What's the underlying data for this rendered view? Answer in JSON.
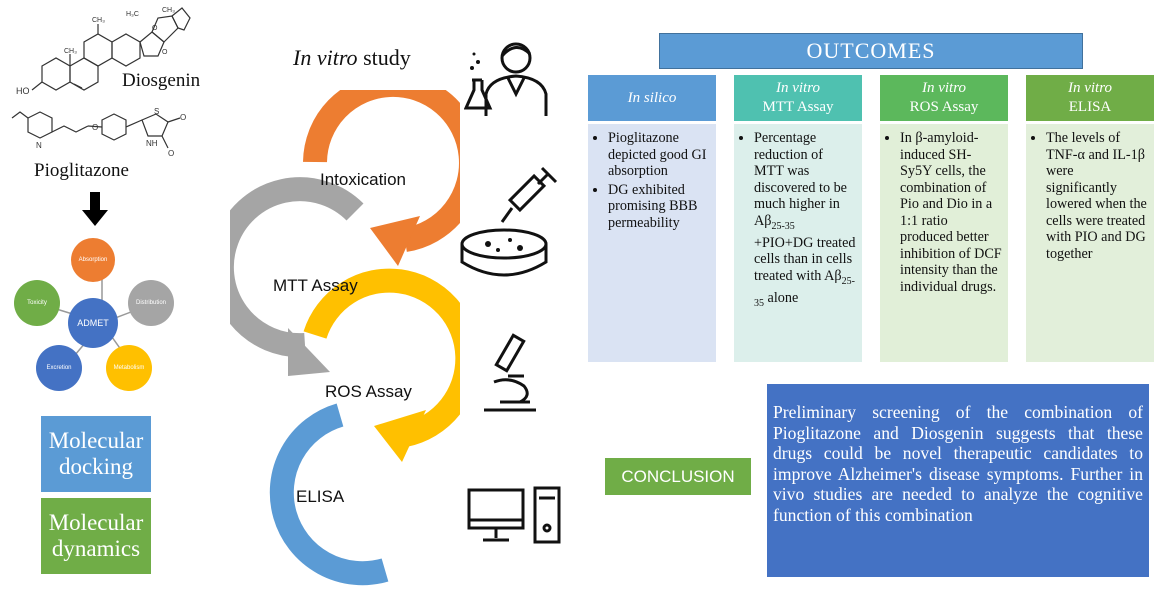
{
  "left_panel": {
    "molecule1": "Diosgenin",
    "molecule2": "Pioglitazone",
    "admet": {
      "center": "ADMET",
      "nodes": [
        "Absorption",
        "Distribution",
        "Metabolism",
        "Excretion",
        "Toxicity"
      ]
    },
    "methods": [
      {
        "line1": "Molecular",
        "line2": "docking",
        "color": "#5b9bd5"
      },
      {
        "line1": "Molecular",
        "line2": "dynamics",
        "color": "#70ad47"
      }
    ]
  },
  "middle": {
    "heading_italic": "In vitro",
    "heading_rest": " study",
    "steps": [
      "Intoxication",
      "MTT Assay",
      "ROS Assay",
      "ELISA"
    ],
    "step_colors": [
      "#ed7d31",
      "#a5a5a5",
      "#ffc000",
      "#5b9bd5"
    ],
    "icons": [
      "scientist-icon",
      "syringe-icon",
      "petri-dish-icon",
      "microscope-icon",
      "computer-icon"
    ]
  },
  "outcomes": {
    "title": "OUTCOMES",
    "columns": [
      {
        "head1": "In silico",
        "head2": "",
        "head_color": "#5b9bd5",
        "body_color": "#dae3f3"
      },
      {
        "head1": "In vitro",
        "head2": "MTT Assay",
        "head_color": "#4fc1b0",
        "body_color": "#dcefeb"
      },
      {
        "head1": "In vitro",
        "head2": "ROS Assay",
        "head_color": "#5cb85c",
        "body_color": "#e1efd8"
      },
      {
        "head1": "In vitro",
        "head2": "ELISA",
        "head_color": "#70ad47",
        "body_color": "#e2efda"
      }
    ],
    "silico_bullets": [
      "Pioglitazone depicted good GI absorption",
      "DG exhibited promising BBB permeability"
    ],
    "mtt_text": {
      "a": "Percentage reduction of MTT was discovered to be much higher in Aβ",
      "sub1": "25-35",
      "b": " +PIO+DG treated cells than in cells treated with Aβ",
      "sub2": "25-35",
      "c": " alone"
    },
    "ros_bullets": [
      "In β-amyloid-induced SH-Sy5Y cells, the combination of Pio and Dio in a 1:1 ratio produced better inhibition of DCF intensity than the individual drugs."
    ],
    "elisa_bullets": [
      "The levels of TNF-α and IL-1β were significantly lowered when the cells were treated with PIO and DG together"
    ]
  },
  "conclusion": {
    "label": "CONCLUSION",
    "text": "Preliminary screening of the combination of Pioglitazone and Diosgenin suggests that these drugs could be novel therapeutic candidates to improve Alzheimer's disease symptoms. Further in vivo studies are needed to analyze the cognitive function of this combination"
  }
}
